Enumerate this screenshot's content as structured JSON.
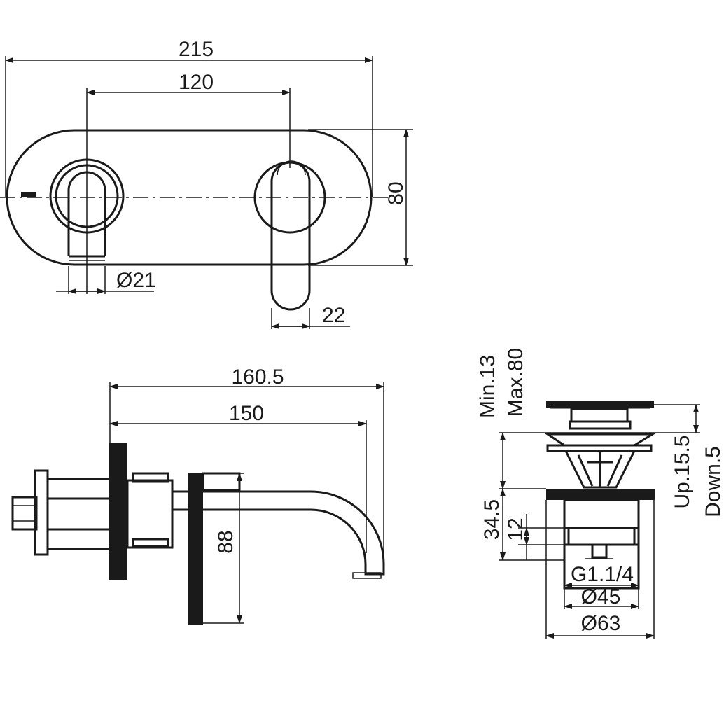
{
  "drawing": {
    "front_view": {
      "dim_overall_width": "215",
      "dim_center_distance": "120",
      "dim_plate_height": "80",
      "dim_spout_diameter": "Ø21",
      "dim_handle_width": "22"
    },
    "side_view": {
      "dim_total_projection": "160.5",
      "dim_spout_projection": "150",
      "dim_plate_height": "88"
    },
    "drain_view": {
      "dim_min": "Min.13",
      "dim_max": "Max.80",
      "dim_up": "Up.15.5",
      "dim_down": "Down.5",
      "dim_body": "34.5",
      "dim_thread_len": "12",
      "dim_thread": "G1.1/4",
      "dim_inner_diameter": "Ø45",
      "dim_cap_diameter": "Ø63"
    }
  }
}
